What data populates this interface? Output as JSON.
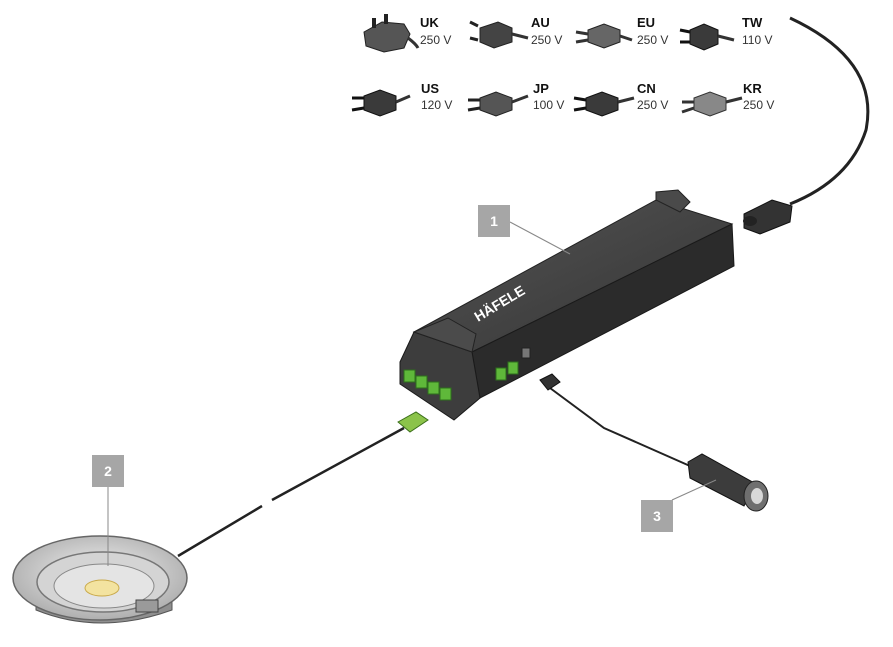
{
  "plugs": [
    {
      "code": "UK",
      "voltage": "250 V"
    },
    {
      "code": "AU",
      "voltage": "250 V"
    },
    {
      "code": "EU",
      "voltage": "250 V"
    },
    {
      "code": "TW",
      "voltage": "110 V"
    },
    {
      "code": "US",
      "voltage": "120 V"
    },
    {
      "code": "JP",
      "voltage": "100 V"
    },
    {
      "code": "CN",
      "voltage": "250 V"
    },
    {
      "code": "KR",
      "voltage": "250 V"
    }
  ],
  "callouts": [
    "1",
    "2",
    "3"
  ],
  "driver": {
    "brand": "HÄFELE"
  },
  "colors": {
    "driver_body": "#3a3a3a",
    "connector_green": "#5fb83a",
    "callout_box": "#a6a6a6",
    "led_glow": "#f3e3a0"
  }
}
